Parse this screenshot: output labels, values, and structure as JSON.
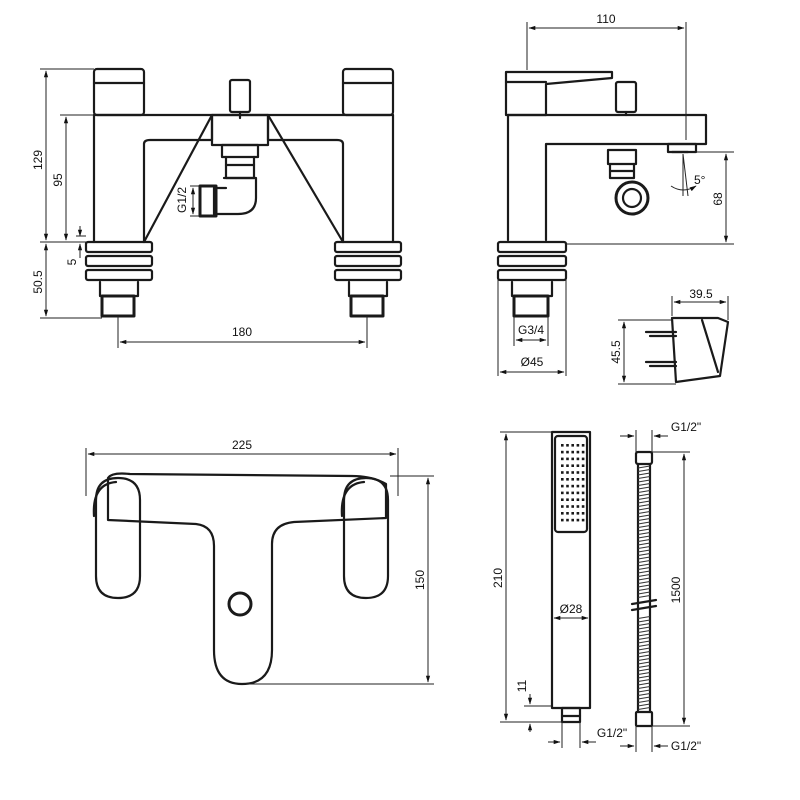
{
  "dimensions": {
    "front_total_height": "129",
    "front_body_height": "95",
    "front_gap": "5",
    "front_base": "50.5",
    "front_centres": "180",
    "front_thread": "G1/2",
    "side_projection": "110",
    "side_spout_height": "68",
    "side_angle": "5°",
    "side_thread": "G3/4",
    "side_diameter": "Ø45",
    "bracket_width": "39.5",
    "bracket_height": "45.5",
    "top_width": "225",
    "top_depth": "150",
    "handset_length": "210",
    "handset_diameter": "Ø28",
    "handset_collar": "11",
    "handset_thread_top": "G1/2\"",
    "handset_thread_bottom": "G1/2\"",
    "hose_length": "1500",
    "hose_thread_bottom": "G1/2\""
  }
}
